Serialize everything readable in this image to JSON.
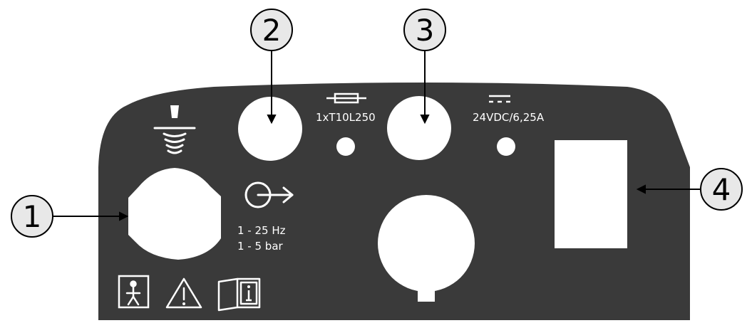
{
  "colors": {
    "panel": "#3a3a3a",
    "cutout": "#ffffff",
    "callout_fill": "#e8e8e8",
    "line": "#000000",
    "symbol": "#ffffff"
  },
  "callouts": {
    "c1": "1",
    "c2": "2",
    "c3": "3",
    "c4": "4"
  },
  "labels": {
    "fuse": "1xT10L250",
    "power": "24VDC/6,25A",
    "frequency": "1 - 25 Hz",
    "pressure": "1 - 5 bar"
  },
  "icons": {
    "transducer": "shockwave-applicator-icon",
    "output": "output-arrow-icon",
    "fuse": "fuse-icon",
    "dc_power": "dc-power-icon",
    "body_type": "type-bf-person-icon",
    "warning": "warning-triangle-icon",
    "manual": "consult-manual-icon"
  }
}
